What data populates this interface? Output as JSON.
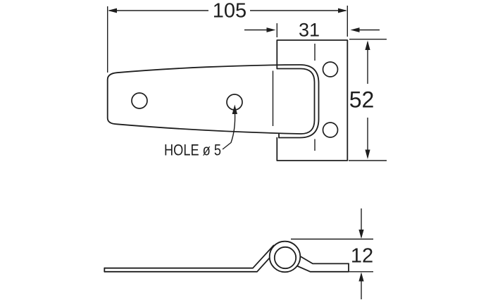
{
  "drawing": {
    "background_color": "#ffffff",
    "line_color": "#1e1e1e",
    "top_view": {
      "dim_total_width": "105",
      "dim_plate_width": "31",
      "dim_plate_height": "52",
      "hole_callout": "HOLE ø 5"
    },
    "side_view": {
      "dim_knuckle_height": "12"
    }
  }
}
